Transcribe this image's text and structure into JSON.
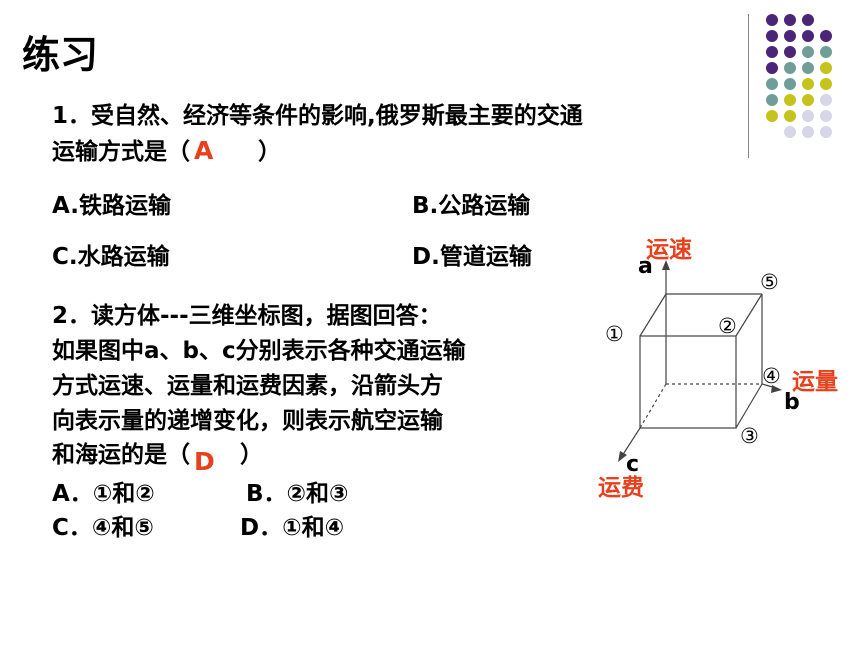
{
  "title": "练习",
  "q1": {
    "line1": "1．受自然、经济等条件的影响,俄罗斯最主要的交通",
    "line2_prefix": "运输方式是（",
    "answer": "A",
    "line2_suffix": "）",
    "options": [
      "A.铁路运输",
      "B.公路运输",
      "C.水路运输",
      "D.管道运输"
    ]
  },
  "q2": {
    "lines": [
      "2．读方体---三维坐标图，据图回答：",
      "如果图中a、b、c分别表示各种交通运输",
      "方式运速、运量和运费因素，沿箭头方",
      "向表示量的递增变化，则表示航空运输"
    ],
    "line5_prefix": "和海运的是（",
    "answer": "D",
    "line5_suffix": "）",
    "options": [
      "A．①和②",
      "B．②和③",
      "C．④和⑤",
      "D．①和④"
    ]
  },
  "diagram": {
    "label_speed": "运速",
    "label_volume": "运量",
    "label_cost": "运费",
    "axis_a": "a",
    "axis_b": "b",
    "axis_c": "c",
    "p1": "①",
    "p2": "②",
    "p3": "③",
    "p4": "④",
    "p5": "⑤"
  },
  "colors": {
    "answer": "#e8401c",
    "dot_purple": "#4b2577",
    "dot_teal": "#6f9e9a",
    "dot_olive": "#c4c41c",
    "dot_lavender": "#d6d6e8"
  }
}
